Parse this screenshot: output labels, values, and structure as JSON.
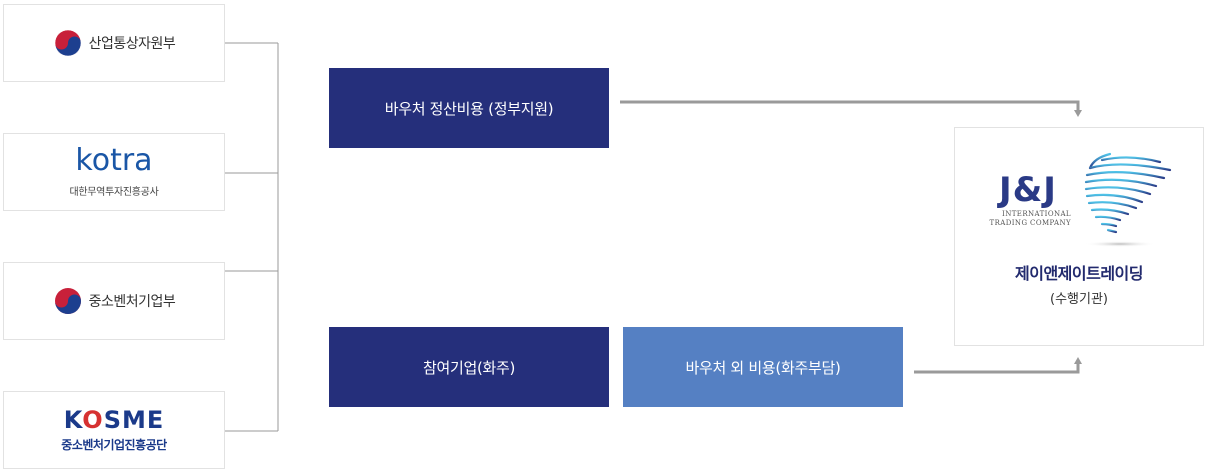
{
  "organizations": [
    {
      "name": "산업통상자원부"
    },
    {
      "logo_text": "kotra",
      "name": "대한무역투자진흥공사"
    },
    {
      "name": "중소벤처기업부"
    },
    {
      "logo_text": "KOSME",
      "name": "중소벤처기업진흥공단"
    }
  ],
  "flow": {
    "voucher_settlement": "바우처 정산비용 (정부지원)",
    "participant": "참여기업(화주)",
    "voucher_extra": "바우처 외 비용(화주부담)"
  },
  "executor": {
    "logo_text": "J&J",
    "logo_subtext": [
      "INTERNATIONAL",
      "TRADING COMPANY"
    ],
    "name": "제이앤제이트레이딩",
    "role": "(수행기관)"
  },
  "colors": {
    "navy": "#252f7b",
    "light_blue": "#5580c3",
    "connector": "#9a9a9a",
    "kotra_blue": "#1a56a6",
    "kosme_red": "#d63131"
  }
}
